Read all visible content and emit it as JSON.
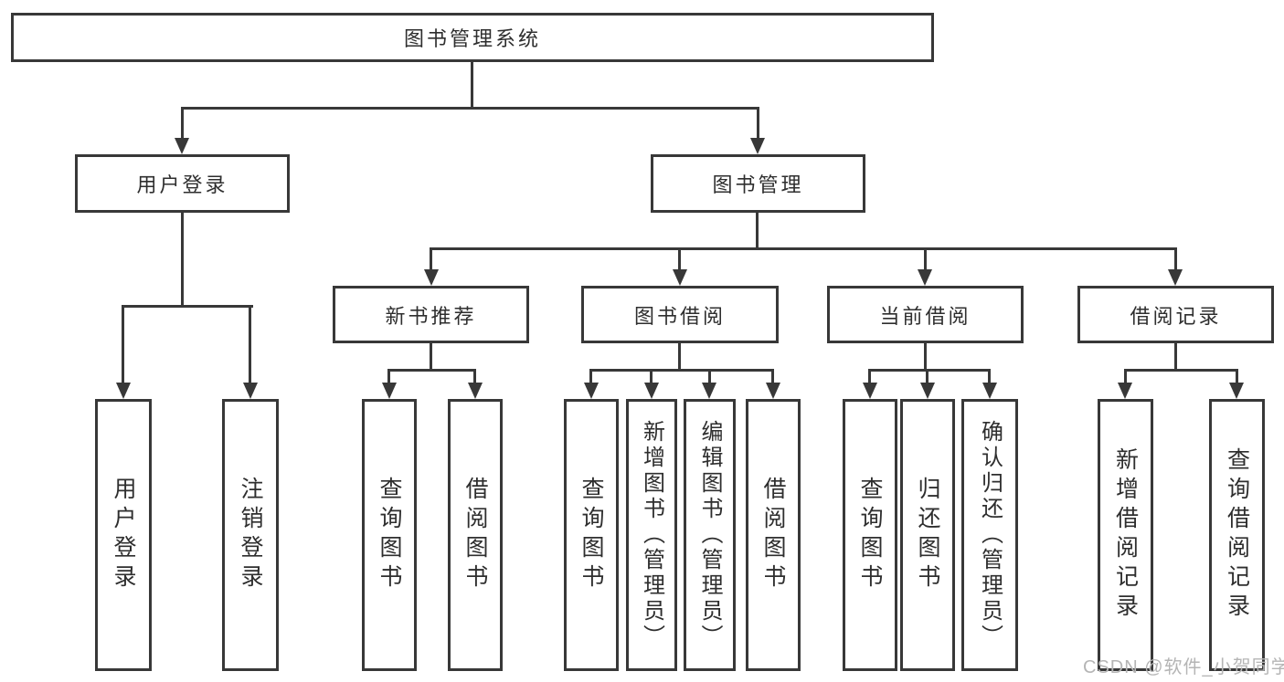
{
  "colors": {
    "line": "#383838",
    "text": "#2e2e2e",
    "watermark": "#b5b5b5",
    "bg": "#ffffff"
  },
  "diagram": {
    "root": {
      "label": "图书管理系统"
    },
    "level2": [
      {
        "label": "用户登录"
      },
      {
        "label": "图书管理"
      }
    ],
    "level3": [
      {
        "label": "新书推荐"
      },
      {
        "label": "图书借阅"
      },
      {
        "label": "当前借阅"
      },
      {
        "label": "借阅记录"
      }
    ],
    "leaves": [
      {
        "label": "用户登录"
      },
      {
        "label": "注销登录"
      },
      {
        "label": "查询图书"
      },
      {
        "label": "借阅图书"
      },
      {
        "label": "查询图书"
      },
      {
        "label": "新增图书（管理员）"
      },
      {
        "label": "编辑图书（管理员）"
      },
      {
        "label": "借阅图书"
      },
      {
        "label": "查询图书"
      },
      {
        "label": "归还图书"
      },
      {
        "label": "确认归还（管理员）"
      },
      {
        "label": "新增借阅记录"
      },
      {
        "label": "查询借阅记录"
      }
    ]
  },
  "watermark": {
    "text": "CSDN @软件_小贺同学"
  }
}
